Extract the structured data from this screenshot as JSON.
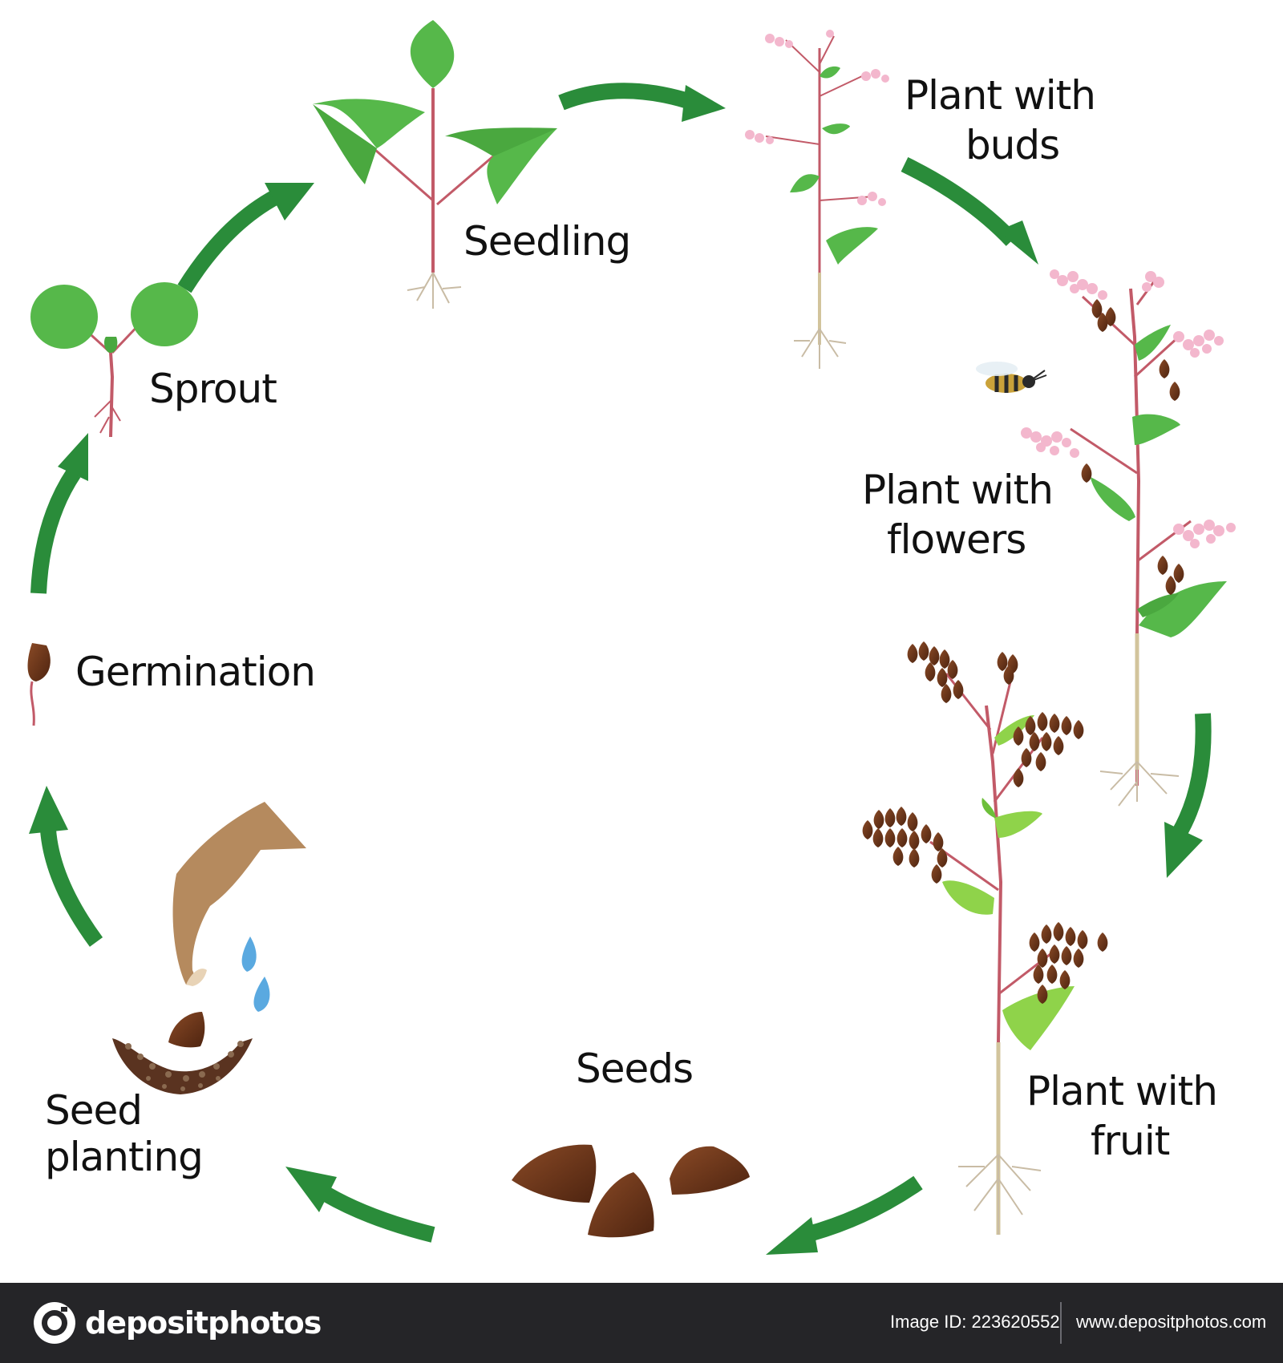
{
  "stages": {
    "seedling": "Seedling",
    "buds_line1": "Plant with",
    "buds_line2": "buds",
    "flowers_line1": "Plant with",
    "flowers_line2": "flowers",
    "fruit_line1": "Plant with",
    "fruit_line2": "fruit",
    "seeds": "Seeds",
    "planting_line1": "Seed",
    "planting_line2": "planting",
    "germination": "Germination",
    "sprout": "Sprout"
  },
  "footer": {
    "logo_text": "depositphotos",
    "image_id": "Image ID: 223620552",
    "site_url": "www.depositphotos.com"
  },
  "colors": {
    "arrow": "#2a8c3a",
    "leaf": "#56b84a",
    "stem": "#c25a68",
    "seed": "#6b3318",
    "flower": "#f3b7cd",
    "footer_bg": "#252528"
  }
}
